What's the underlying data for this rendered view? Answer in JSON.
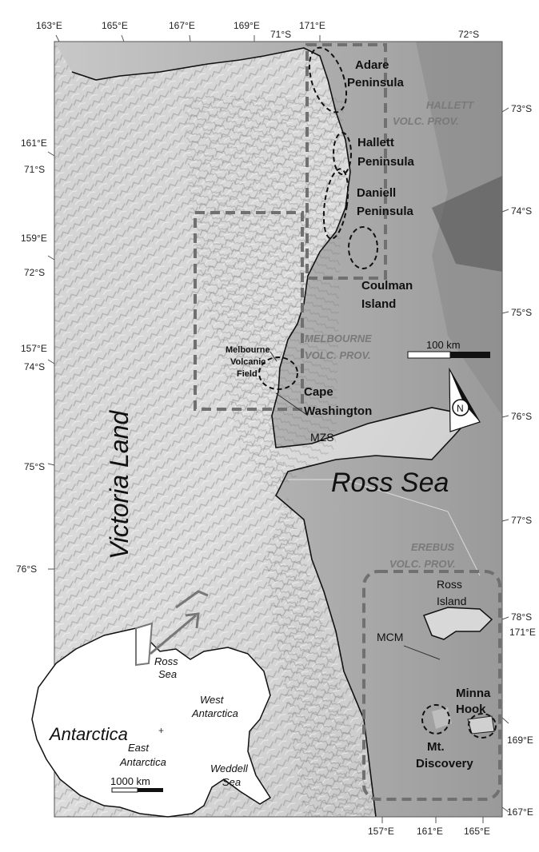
{
  "graticule": {
    "top": [
      "163°E",
      "165°E",
      "167°E",
      "169°E",
      "171°E"
    ],
    "top_right": [
      "71°S",
      "72°S"
    ],
    "left": [
      "161°E",
      "71°S",
      "159°E",
      "72°S",
      "157°E",
      "74°S",
      "75°S",
      "76°S"
    ],
    "right": [
      "73°S",
      "74°S",
      "75°S",
      "76°S",
      "77°S",
      "78°S",
      "171°E",
      "169°E",
      "167°E"
    ],
    "bottom": [
      "157°E",
      "161°E",
      "165°E"
    ]
  },
  "labels": {
    "adare": [
      "Adare",
      "Peninsula"
    ],
    "hallett_pen": [
      "Hallett",
      "Peninsula"
    ],
    "daniell": [
      "Daniell",
      "Peninsula"
    ],
    "coulman": [
      "Coulman",
      "Island"
    ],
    "hallett_prov": [
      "HALLETT",
      "VOLC. PROV."
    ],
    "melbourne_prov": [
      "MELBOURNE",
      "VOLC. PROV."
    ],
    "melbourne_field": [
      "Melbourne",
      "Volcanic",
      "Field"
    ],
    "cape_washington": [
      "Cape",
      "Washington"
    ],
    "mzs": "MZS",
    "erebus_prov": [
      "EREBUS",
      "VOLC. PROV."
    ],
    "ross_island": [
      "Ross",
      "Island"
    ],
    "mcm": "MCM",
    "minna_hook": [
      "Minna",
      "Hook"
    ],
    "mt_discovery": [
      "Mt.",
      "Discovery"
    ],
    "ross_sea": "Ross Sea",
    "victoria_land": "Victoria Land"
  },
  "scale_bar": "100 km",
  "north_arrow": "N",
  "inset": {
    "antarctica": "Antarctica",
    "ross_sea": [
      "Ross",
      "Sea"
    ],
    "west_antarctica": [
      "West",
      "Antarctica"
    ],
    "east_antarctica": [
      "East",
      "Antarctica"
    ],
    "weddell_sea": [
      "Weddell",
      "Sea"
    ],
    "scale": "1000 km"
  }
}
